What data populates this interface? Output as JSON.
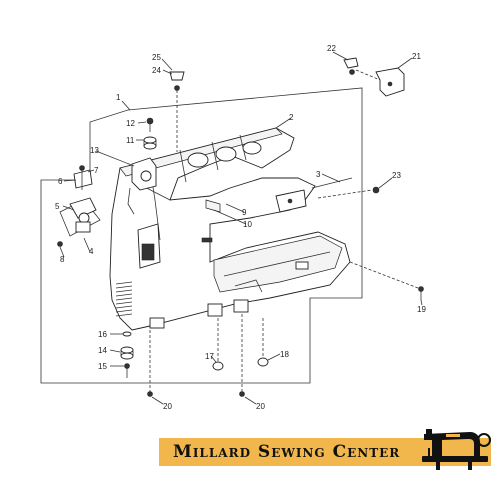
{
  "banner": {
    "text": "Millard Sewing Center",
    "background": "#f1b74c",
    "icon": "sewing-machine-icon"
  },
  "diagram": {
    "labels": [
      "1",
      "2",
      "3",
      "4",
      "5",
      "6",
      "7",
      "8",
      "9",
      "10",
      "11",
      "12",
      "13",
      "14",
      "15",
      "16",
      "17",
      "18",
      "19",
      "20",
      "20",
      "21",
      "22",
      "23",
      "24",
      "25"
    ]
  }
}
